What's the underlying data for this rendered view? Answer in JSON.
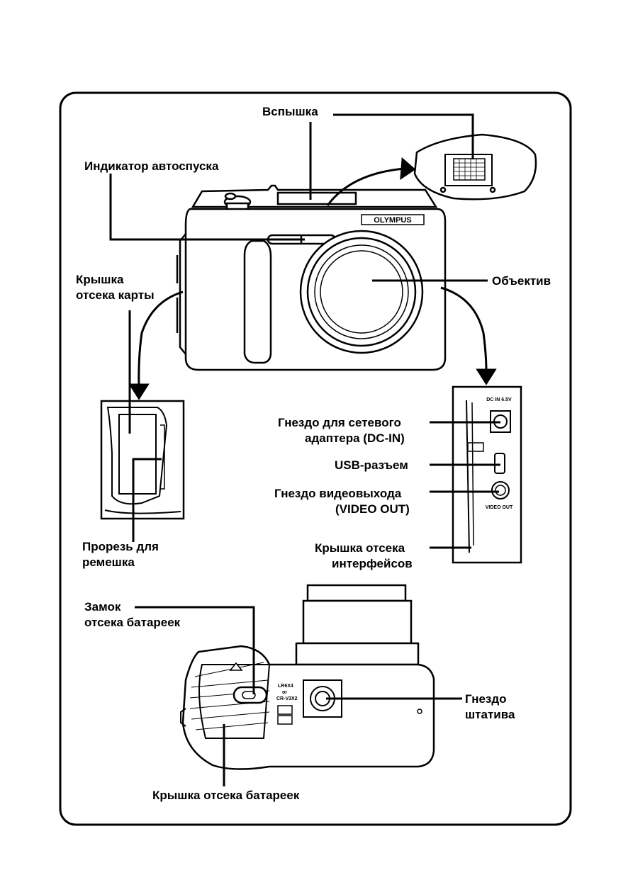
{
  "labels": {
    "flash": "Вспышка",
    "self_timer": "Индикатор автоспуска",
    "card_cover_line1": "Крышка",
    "card_cover_line2": "отсека карты",
    "lens": "Объектив",
    "dc_in_line1": "Гнездо для сетевого",
    "dc_in_line2": "адаптера (DC-IN)",
    "usb": "USB-разъем",
    "video_line1": "Гнездо видеовыхода",
    "video_line2": "(VIDEO OUT)",
    "strap_line1": "Прорезь для",
    "strap_line2": "ремешка",
    "connector_cover_line1": "Крышка отсека",
    "connector_cover_line2": "интерфейсов",
    "battery_lock_line1": "Замок",
    "battery_lock_line2": "отсека батареек",
    "tripod_line1": "Гнездо",
    "tripod_line2": "штатива",
    "battery_cover": "Крышка отсека батареек"
  },
  "printed_marks": {
    "brand": "OLYMPUS",
    "dc_rating": "DC IN 6.5V",
    "video_out": "VIDEO OUT",
    "battery_type_1": "LR6X4",
    "battery_type_or": "or",
    "battery_type_2": "CR-V3X2"
  }
}
